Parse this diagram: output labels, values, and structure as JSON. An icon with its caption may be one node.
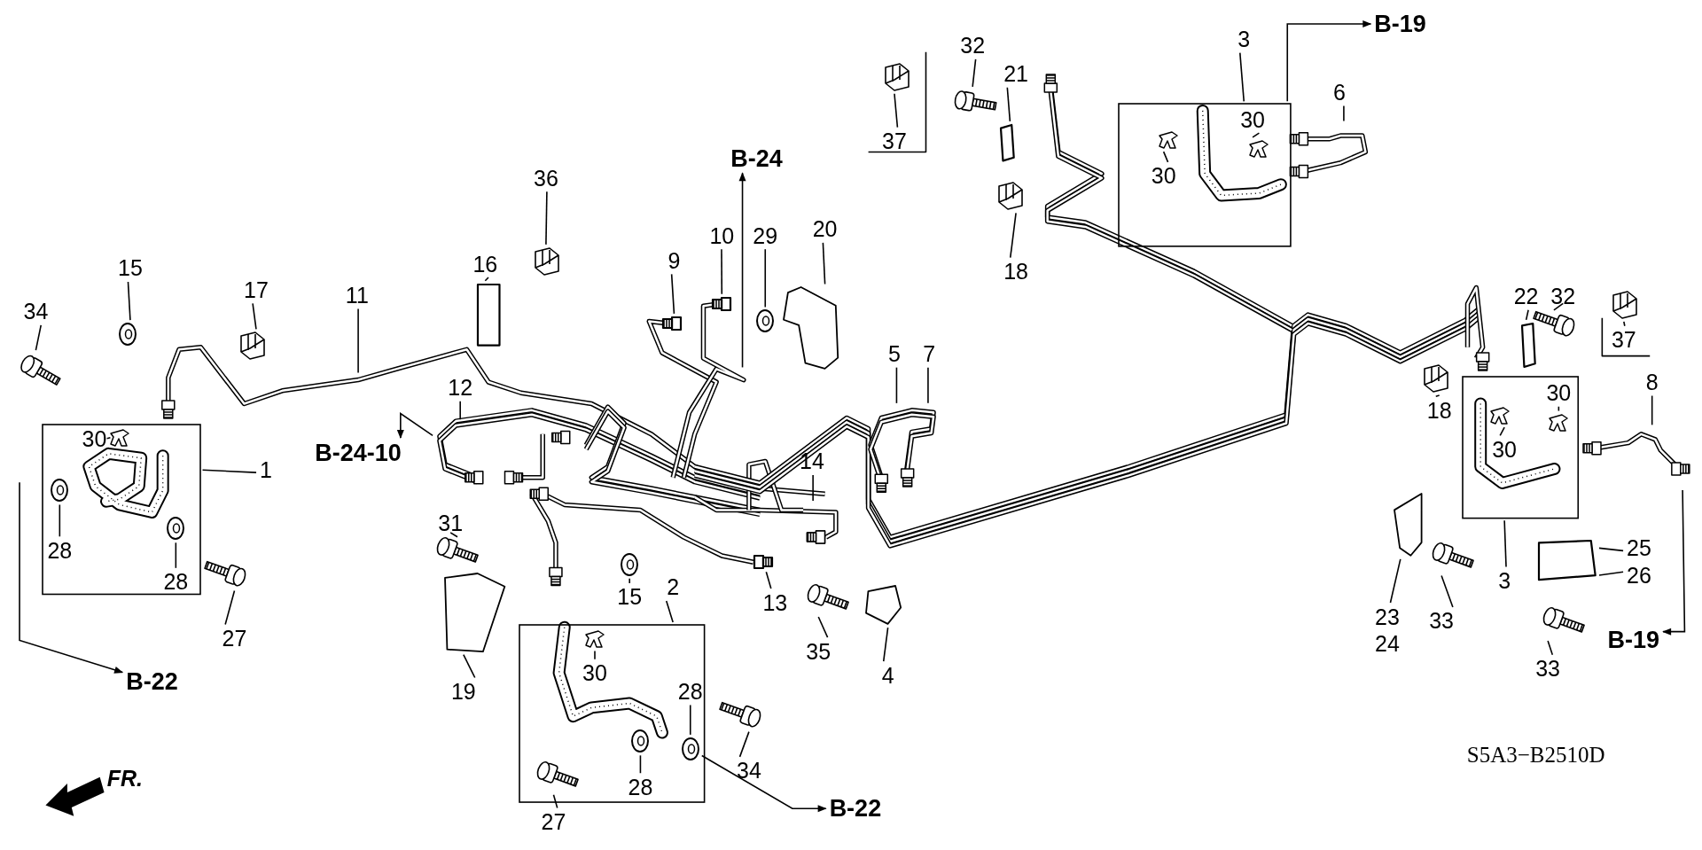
{
  "diagram": {
    "nodes": [
      {
        "text": [],
        "shape": "box"
      },
      {
        "text": [],
        "shape": "box"
      },
      {
        "text": [],
        "shape": "box"
      },
      {
        "text": [],
        "shape": "box"
      },
      {
        "text": [
          "37"
        ]
      },
      {
        "text": [
          "32"
        ]
      },
      {
        "text": [
          "21"
        ]
      },
      {
        "text": [
          "3"
        ]
      },
      {
        "text": [
          "B-19"
        ]
      },
      {
        "text": [
          "6"
        ]
      },
      {
        "text": [
          "30"
        ],
        "in": 2
      },
      {
        "text": [
          "30"
        ],
        "in": 2
      },
      {
        "text": [
          "B-24"
        ]
      },
      {
        "text": [
          "36"
        ]
      },
      {
        "text": [
          "20"
        ]
      },
      {
        "text": [
          "10"
        ]
      },
      {
        "text": [
          "29"
        ]
      },
      {
        "text": [
          "9"
        ]
      },
      {
        "text": [
          "16"
        ]
      },
      {
        "text": [
          "15"
        ]
      },
      {
        "text": [
          "18"
        ]
      },
      {
        "text": [
          "17"
        ]
      },
      {
        "text": [
          "11"
        ]
      },
      {
        "text": [
          "22"
        ]
      },
      {
        "text": [
          "32"
        ]
      },
      {
        "text": [
          "34"
        ]
      },
      {
        "text": [
          "37"
        ]
      },
      {
        "text": [
          "5"
        ]
      },
      {
        "text": [
          "7"
        ]
      },
      {
        "text": [
          "8"
        ]
      },
      {
        "text": [
          "12"
        ]
      },
      {
        "text": [
          "30"
        ],
        "in": 3
      },
      {
        "text": [
          "18"
        ]
      },
      {
        "text": [
          "30"
        ],
        "in": 0
      },
      {
        "text": [
          "30"
        ],
        "in": 3
      },
      {
        "text": [
          "B-24-10"
        ]
      },
      {
        "text": [
          "14"
        ]
      },
      {
        "text": [
          "1"
        ]
      },
      {
        "text": [
          "31"
        ]
      },
      {
        "text": [
          "25"
        ]
      },
      {
        "text": [
          "28"
        ],
        "in": 0
      },
      {
        "text": [
          "26"
        ]
      },
      {
        "text": [
          "3"
        ]
      },
      {
        "text": [
          "28"
        ],
        "in": 0
      },
      {
        "text": [
          "2"
        ]
      },
      {
        "text": [
          "15"
        ]
      },
      {
        "text": [
          "13"
        ]
      },
      {
        "text": [
          "23"
        ]
      },
      {
        "text": [
          "33"
        ]
      },
      {
        "text": [
          "27"
        ]
      },
      {
        "text": [
          "B-19"
        ]
      },
      {
        "text": [
          "35"
        ]
      },
      {
        "text": [
          "33"
        ]
      },
      {
        "text": [
          "30"
        ],
        "in": 1
      },
      {
        "text": [
          "4"
        ]
      },
      {
        "text": [
          "B-22"
        ]
      },
      {
        "text": [
          "28"
        ],
        "in": 1
      },
      {
        "text": [
          "19"
        ]
      },
      {
        "text": [
          "34"
        ]
      },
      {
        "text": [
          "28"
        ],
        "in": 1
      },
      {
        "text": [
          "B-22"
        ]
      },
      {
        "text": [
          "27"
        ]
      },
      {
        "text": [],
        "shape": "picture"
      },
      {
        "text": [],
        "shape": "picture"
      },
      {
        "text": [],
        "shape": "box"
      },
      {
        "text": [],
        "shape": "picture",
        "in": 2
      },
      {
        "text": [],
        "shape": "picture",
        "in": 2
      },
      {
        "text": [],
        "shape": "picture"
      },
      {
        "text": [],
        "shape": "picture"
      },
      {
        "text": [],
        "shape": "box"
      },
      {
        "text": [],
        "shape": "picture"
      },
      {
        "text": [],
        "shape": "box"
      },
      {
        "text": [],
        "shape": "box"
      },
      {
        "text": [],
        "shape": "picture"
      },
      {
        "text": [],
        "shape": "picture"
      },
      {
        "text": [],
        "shape": "picture"
      },
      {
        "text": [],
        "shape": "box"
      },
      {
        "text": [],
        "shape": "picture"
      },
      {
        "text": [],
        "shape": "picture"
      },
      {
        "text": [],
        "shape": "picture"
      },
      {
        "text": [],
        "shape": "picture",
        "in": 3
      },
      {
        "text": [],
        "shape": "picture"
      },
      {
        "text": [],
        "shape": "picture",
        "in": 0
      },
      {
        "text": [],
        "shape": "picture",
        "in": 3
      },
      {
        "text": [],
        "shape": "picture"
      },
      {
        "text": [],
        "shape": "box"
      },
      {
        "text": [],
        "shape": "picture",
        "in": 0
      },
      {
        "text": [],
        "shape": "picture",
        "in": 0
      },
      {
        "text": [],
        "shape": "picture"
      },
      {
        "text": [],
        "shape": "box"
      },
      {
        "text": [],
        "shape": "picture"
      },
      {
        "text": [],
        "shape": "picture"
      },
      {
        "text": [],
        "shape": "picture"
      },
      {
        "text": [],
        "shape": "picture"
      },
      {
        "text": [],
        "shape": "picture"
      },
      {
        "text": [],
        "shape": "picture",
        "in": 1
      },
      {
        "text": [],
        "shape": "picture"
      },
      {
        "text": [],
        "shape": "picture",
        "in": 1
      },
      {
        "text": [],
        "shape": "picture"
      },
      {
        "text": [],
        "shape": "picture"
      },
      {
        "text": [],
        "shape": "picture",
        "in": 1
      },
      {
        "text": [],
        "shape": "picture",
        "in": 1
      }
    ],
    "edges": [
      {
        "from": 4,
        "to": 62,
        "arrow": "none"
      },
      {
        "from": 5,
        "to": 63,
        "arrow": "none"
      },
      {
        "from": 6,
        "to": 64,
        "arrow": "none"
      },
      {
        "from": 7,
        "to": 2,
        "arrow": "none"
      },
      {
        "from": 2,
        "to": 8,
        "arrow": "to"
      },
      {
        "from": 9,
        "to": null,
        "arrow": "none"
      },
      {
        "from": 10,
        "to": 65,
        "arrow": "none"
      },
      {
        "from": 11,
        "to": 66,
        "arrow": "none"
      },
      {
        "from": null,
        "to": 12,
        "arrow": "to"
      },
      {
        "from": 13,
        "to": 67,
        "arrow": "none"
      },
      {
        "from": 14,
        "to": 68,
        "arrow": "none"
      },
      {
        "from": 15,
        "to": 69,
        "arrow": "none"
      },
      {
        "from": 16,
        "to": 70,
        "arrow": "none"
      },
      {
        "from": 17,
        "to": 71,
        "arrow": "none"
      },
      {
        "from": 18,
        "to": 72,
        "arrow": "none"
      },
      {
        "from": 19,
        "to": 73,
        "arrow": "none"
      },
      {
        "from": 20,
        "to": 74,
        "arrow": "none"
      },
      {
        "from": 21,
        "to": 75,
        "arrow": "none"
      },
      {
        "from": 22,
        "to": null,
        "arrow": "none"
      },
      {
        "from": 23,
        "to": 76,
        "arrow": "none"
      },
      {
        "from": 24,
        "to": 77,
        "arrow": "none"
      },
      {
        "from": 25,
        "to": 78,
        "arrow": "none"
      },
      {
        "from": 26,
        "to": 79,
        "arrow": "none"
      },
      {
        "from": 27,
        "to": null,
        "arrow": "none"
      },
      {
        "from": 28,
        "to": null,
        "arrow": "none"
      },
      {
        "from": 29,
        "to": null,
        "arrow": "none"
      },
      {
        "from": 30,
        "to": null,
        "arrow": "none"
      },
      {
        "from": 31,
        "to": 83,
        "arrow": "none"
      },
      {
        "from": 32,
        "to": 81,
        "arrow": "none"
      },
      {
        "from": 33,
        "to": 82,
        "arrow": "none"
      },
      {
        "from": 34,
        "to": 80,
        "arrow": "none"
      },
      {
        "from": null,
        "to": 35,
        "arrow": "to"
      },
      {
        "from": 36,
        "to": null,
        "arrow": "none"
      },
      {
        "from": 37,
        "to": 0,
        "arrow": "none"
      },
      {
        "from": 38,
        "to": 84,
        "arrow": "none"
      },
      {
        "from": 39,
        "to": 85,
        "arrow": "none"
      },
      {
        "from": 40,
        "to": 86,
        "arrow": "none"
      },
      {
        "from": 41,
        "to": 85,
        "arrow": "none"
      },
      {
        "from": 42,
        "to": 3,
        "arrow": "none"
      },
      {
        "from": 43,
        "to": 87,
        "arrow": "none"
      },
      {
        "from": 44,
        "to": 1,
        "arrow": "none"
      },
      {
        "from": 45,
        "to": 88,
        "arrow": "none"
      },
      {
        "from": 46,
        "to": 89,
        "arrow": "none"
      },
      {
        "from": 47,
        "to": 90,
        "arrow": "none"
      },
      {
        "from": 48,
        "to": 91,
        "arrow": "none"
      },
      {
        "from": 49,
        "to": 92,
        "arrow": "none"
      },
      {
        "from": null,
        "to": 50,
        "arrow": "to"
      },
      {
        "from": 51,
        "to": 93,
        "arrow": "none"
      },
      {
        "from": 52,
        "to": 94,
        "arrow": "none"
      },
      {
        "from": 53,
        "to": 95,
        "arrow": "none"
      },
      {
        "from": 54,
        "to": 96,
        "arrow": "none"
      },
      {
        "from": null,
        "to": 55,
        "arrow": "to"
      },
      {
        "from": 56,
        "to": 97,
        "arrow": "none"
      },
      {
        "from": 57,
        "to": 98,
        "arrow": "none"
      },
      {
        "from": 58,
        "to": 99,
        "arrow": "none"
      },
      {
        "from": 59,
        "to": 100,
        "arrow": "none"
      },
      {
        "from": 97,
        "to": 60,
        "arrow": "to"
      },
      {
        "from": 61,
        "to": 101,
        "arrow": "none"
      }
    ],
    "labels": [
      "24",
      "FR.",
      "S5A3−B2510D"
    ]
  }
}
